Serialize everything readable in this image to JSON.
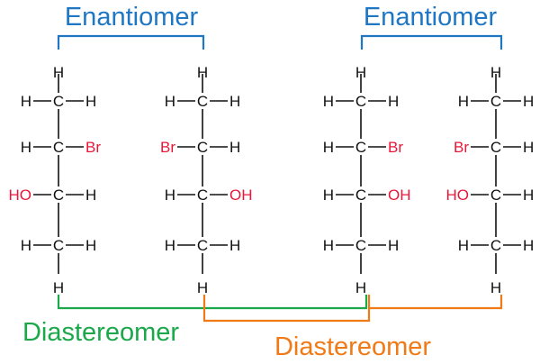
{
  "labels": {
    "enantiomer_left": "Enantiomer",
    "enantiomer_right": "Enantiomer",
    "diastereomer_green": "Diastereomer",
    "diastereomer_orange": "Diastereomer"
  },
  "atoms": {
    "h": "H",
    "c": "C",
    "br": "Br",
    "oh": "OH",
    "ho": "HO"
  },
  "colors": {
    "enantiomer": "#1f77c4",
    "diastereomer_green": "#1aa84a",
    "diastereomer_orange": "#f07a16",
    "heteroatom": "#e8173a",
    "atom": "#111111"
  },
  "molecules": [
    {
      "id": "mol-1",
      "row2_left": "H",
      "row2_right": "Br",
      "row3_left": "HO",
      "row3_right": "H"
    },
    {
      "id": "mol-2",
      "row2_left": "Br",
      "row2_right": "H",
      "row3_left": "H",
      "row3_right": "OH"
    },
    {
      "id": "mol-3",
      "row2_left": "H",
      "row2_right": "Br",
      "row3_left": "H",
      "row3_right": "OH"
    },
    {
      "id": "mol-4",
      "row2_left": "Br",
      "row2_right": "H",
      "row3_left": "HO",
      "row3_right": "H"
    }
  ]
}
